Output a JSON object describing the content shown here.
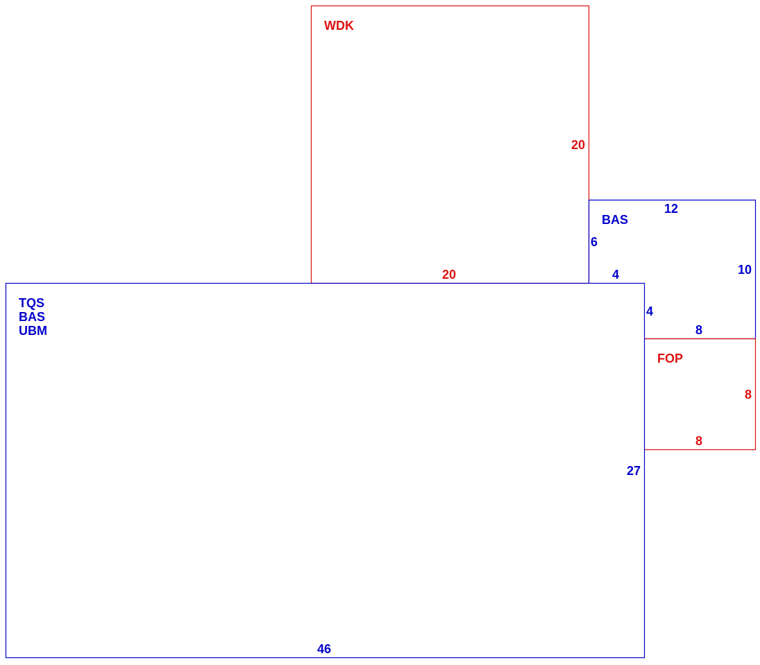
{
  "colors": {
    "blue": "#0000cc",
    "red": "#dd1111"
  },
  "rooms": {
    "wdk": {
      "label": "WDK",
      "dim_right": "20",
      "dim_bottom": "20"
    },
    "bas_small": {
      "label": "BAS",
      "dim_top": "12",
      "dim_left": "6",
      "dim_right": "10",
      "dim_bottom": "8",
      "dim_left_lower": "4",
      "dim_top_left": "4"
    },
    "fop": {
      "label": "FOP",
      "dim_right": "8",
      "dim_bottom": "8"
    },
    "main": {
      "labels": [
        "TQS",
        "BAS",
        "UBM"
      ],
      "dim_right": "27",
      "dim_bottom": "46"
    }
  }
}
